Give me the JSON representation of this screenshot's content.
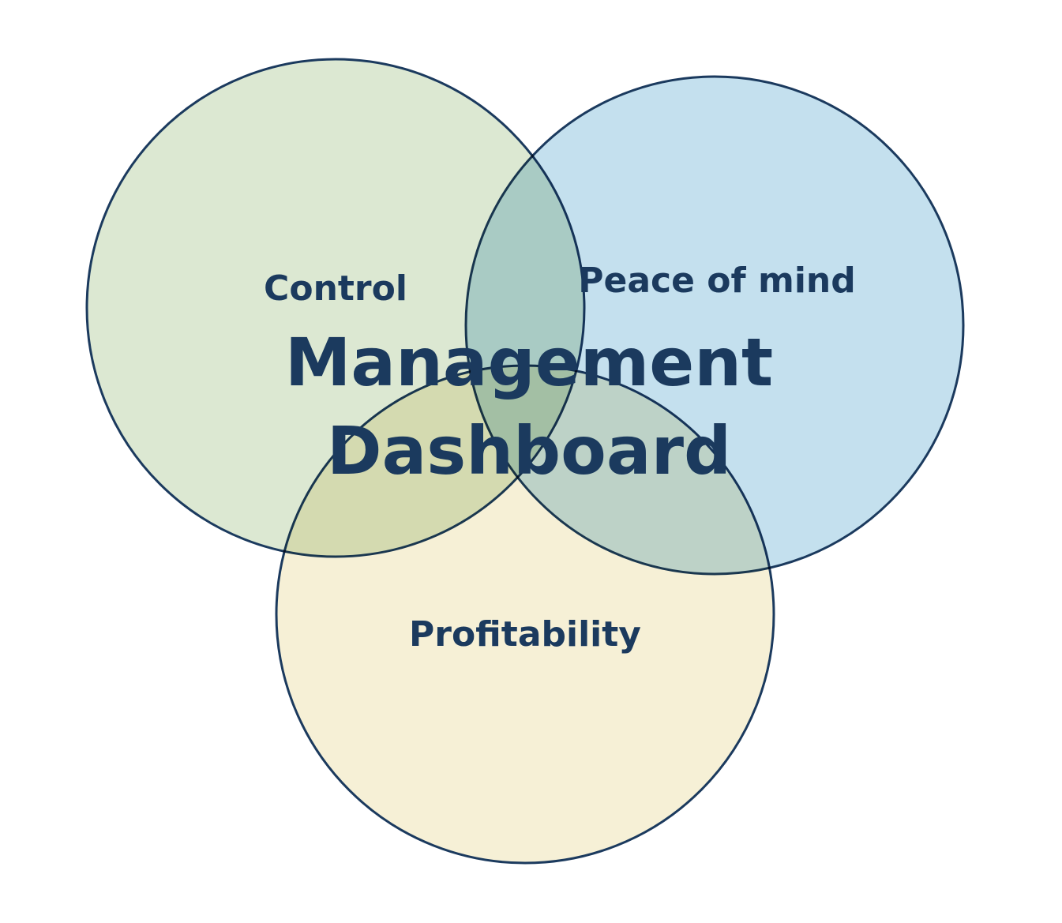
{
  "diagram": {
    "type": "venn",
    "title_line1": "Management",
    "title_line2": "Dashboard",
    "text_color": "#1b3a5e",
    "outline_color": "#1b3a5e",
    "circles": [
      {
        "label": "Control",
        "color": "#dce8d2"
      },
      {
        "label": "Peace of mind",
        "color": "#c4e0ee"
      },
      {
        "label": "Profitability",
        "color": "#f6f0d6"
      }
    ]
  }
}
